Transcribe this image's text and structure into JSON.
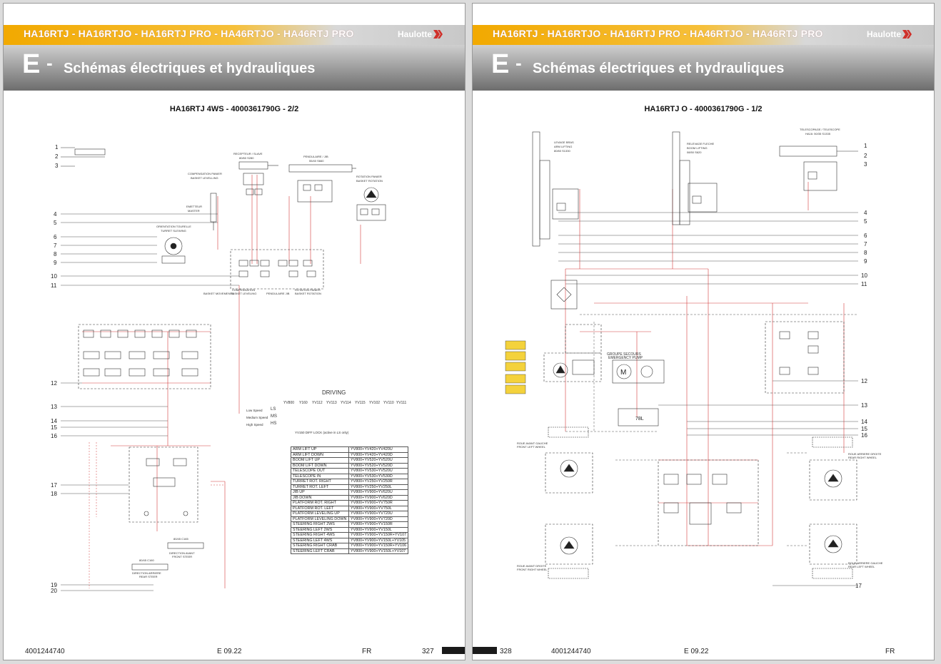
{
  "pages": [
    {
      "model_text": "HA16RTJ - HA16RTJO - HA16RTJ PRO - HA46RTJO - HA46RTJ PRO",
      "brand": "Haulotte",
      "section_letter": "E",
      "section_dash": "-",
      "section_title": "Schémas électriques et hydrauliques",
      "diagram_title": "HA16RTJ 4WS - 4000361790G - 2/2",
      "footer": {
        "doc_number": "4001244740",
        "edition": "E 09.22",
        "lang": "FR",
        "page_number": "327"
      },
      "line_numbers": [
        "1",
        "2",
        "3",
        "4",
        "5",
        "6",
        "7",
        "8",
        "9",
        "10",
        "11",
        "12",
        "13",
        "14",
        "15",
        "16",
        "17",
        "18",
        "19",
        "20"
      ],
      "labels": {
        "recepteur": "RECEPTEUR / SLAVE",
        "recepteur_code": "80/60 S280",
        "pendulaire": "PENDULAIRE / JIB",
        "pendulaire_code": "55/40 S660",
        "compensation": "COMPENSATION PANIER",
        "compensation_en": "BASKET LEVELLING",
        "rotation": "ROTATION PANIER",
        "rotation_en": "BASKET ROTATION",
        "emetteur": "EMETTEUR",
        "emetteur_en": "MASTER",
        "orientation": "ORIENTATION TOURELLE",
        "orientation_en": "TURRET SLEWING",
        "basket_movements": "BASKET MOVEMENTS",
        "compensation_b": "COMPENSATION",
        "compensation_b_en": "BASKET LEVELING",
        "pendulaire_b": "PENDULAIRE JIB",
        "rotation_b": "ROTATION PANIER",
        "rotation_b_en": "BASKET ROTATION",
        "direction_avant": "DIRECTION AVANT",
        "direction_avant_en": "FRONT STEER",
        "direction_avant_code": "80/45 C165",
        "direction_arriere": "DIRECTION ARRIERE",
        "direction_arriere_en": "REAR STEER",
        "direction_arriere_code": "80/45 C160"
      },
      "driving": {
        "title": "DRIVING",
        "headers": [
          "YV800",
          "Y160",
          "YV112",
          "YV113",
          "YV114",
          "YV115",
          "YV102",
          "YV110",
          "YV111"
        ],
        "rows": [
          {
            "label": "Low Speed",
            "code": "LS"
          },
          {
            "label": "Medium Speed",
            "code": "MS"
          },
          {
            "label": "High Speed",
            "code": "HS"
          }
        ],
        "note": "YV150 DIFF LOCK (active in LS only)"
      },
      "functions": [
        [
          "ARM LIFT UP",
          "YV800+YV420+YV420U"
        ],
        [
          "ARM LIFT DOWN",
          "YV800+YV420+YV420D"
        ],
        [
          "BOOM LIFT UP",
          "YV800+YV520+YV520U"
        ],
        [
          "BOOM LIFT DOWN",
          "YV800+YV520+YV520D"
        ],
        [
          "TELESCOPE OUT",
          "YV800+YV530+YV520U"
        ],
        [
          "TELESCOPE IN",
          "YV800+YV530+YV530D"
        ],
        [
          "TURRET ROT. RIGHT",
          "YV800+YV250+YV250R"
        ],
        [
          "TURRET ROT. LEFT",
          "YV800+YV250+YV250L"
        ],
        [
          "JIB UP",
          "YV800+YV900+YV620U"
        ],
        [
          "JIB DOWN",
          "YV800+YV900+YV620D"
        ],
        [
          "PLATFORM ROT. RIGHT",
          "YV800+YV900+YV750R"
        ],
        [
          "PLATFORM ROT. LEFT",
          "YV800+YV900+YV750L"
        ],
        [
          "PLATFORM LEVELING UP",
          "YV800+YV900+YV720U"
        ],
        [
          "PLATFORM LEVELING DOWN",
          "YV800+YV900+YV720D"
        ],
        [
          "STEERING RIGHT 2WS",
          "YV800+YV900+YV150R"
        ],
        [
          "STEERING LEFT 2WS",
          "YV800+YV900+YV150L"
        ],
        [
          "STEERING RIGHT 4WS",
          "YV800+YV900+YV150R+YV107"
        ],
        [
          "STEERING LEFT 4WS",
          "YV800+YV900+YV150L+YV105"
        ],
        [
          "STEERING RIGHT CRAB",
          "YV800+YV900+YV150R+YV106"
        ],
        [
          "STEERING LEFT CRAB",
          "YV800+YV900+YV150L+YV107"
        ]
      ]
    },
    {
      "model_text": "HA16RTJ - HA16RTJO - HA16RTJ PRO - HA46RTJO - HA46RTJ PRO",
      "brand": "Haulotte",
      "section_letter": "E",
      "section_dash": "-",
      "section_title": "Schémas électriques et hydrauliques",
      "diagram_title": "HA16RTJ O - 4000361790G - 1/2",
      "footer": {
        "page_number": "328",
        "doc_number": "4001244740",
        "edition": "E 09.22",
        "lang": "FR"
      },
      "line_numbers": [
        "1",
        "2",
        "3",
        "4",
        "5",
        "6",
        "7",
        "8",
        "9",
        "10",
        "11",
        "12",
        "13",
        "14",
        "15",
        "16",
        "17"
      ],
      "labels": {
        "levage_bras": "LEVAGE BRAS",
        "levage_bras_en": "ARM LIFTING",
        "levage_bras_code": "80/60 S1330",
        "relevage_fleche": "RELEVAGE FLECHE",
        "relevage_fleche_en": "BOOM LIFTING",
        "relevage_fleche_code": "08/50 S620",
        "telescopage": "TELESCOPAGE / TELESCOPE",
        "telescopage_code": "HA16: 50/35 S1335",
        "groupe_secours": "GROUPE SECOURS",
        "groupe_secours_en": "EMERGENCY PUMP",
        "tank_volume": "78L",
        "motor_letter": "M",
        "roue_avant_gauche": "ROUE AVANT GAUCHE",
        "roue_avant_gauche_en": "FRONT LEFT WHEEL",
        "roue_arriere_droite": "ROUE ARRIERE DROITE",
        "roue_arriere_droite_en": "REAR RIGHT WHEEL",
        "roue_avant_droite": "ROUE AVANT DROITE",
        "roue_avant_droite_en": "FRONT RIGHT WHEEL",
        "roue_arriere_gauche": "ROUE ARRIERE GAUCHE",
        "roue_arriere_gauche_en": "REAR LEFT WHEEL"
      }
    }
  ],
  "colors": {
    "accent_orange": "#f2a900",
    "wire_red": "#d23a3a",
    "wire_dark": "#555555",
    "line_black": "#222222"
  }
}
